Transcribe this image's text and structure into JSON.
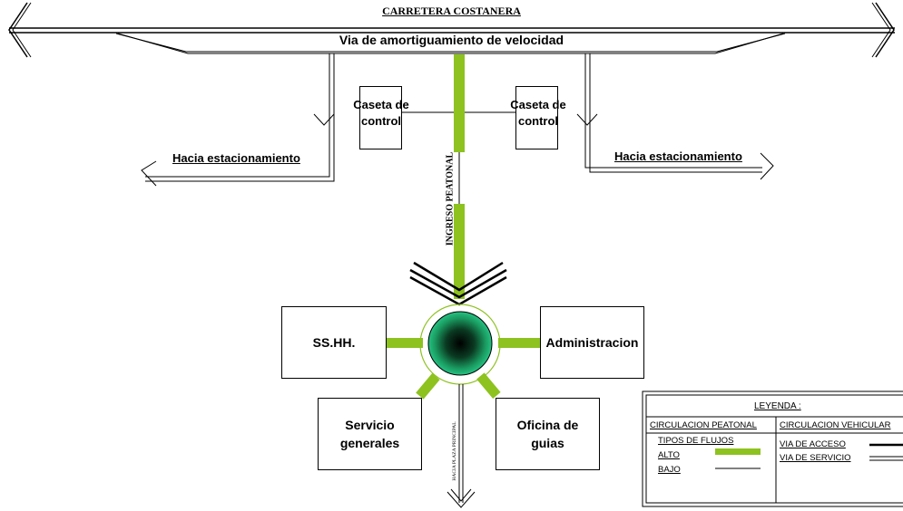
{
  "road": {
    "title": "CARRETERA COSTANERA",
    "speed_lane": "Via de amortiguamiento de velocidad"
  },
  "booths": [
    {
      "label": "Caseta de\ncontrol"
    },
    {
      "label": "Caseta de\ncontrol"
    }
  ],
  "parking_left": "Hacia estacionamiento",
  "parking_right": "Hacia estacionamiento",
  "pedestrian_entry": "INGRESO PEATONAL",
  "main_plaza": "HACIA PLAZA PRINCIPAL",
  "rooms": {
    "sshh": "SS.HH.",
    "admin": "Administracion",
    "services": "Servicio\ngenerales",
    "guides": "Oficina de\nguias"
  },
  "legend": {
    "title": "LEYENDA :",
    "col_pedestrian": "CIRCULACION PEATONAL",
    "col_vehicular": "CIRCULACION VEHICULAR",
    "flow_types": "TIPOS DE FLUJOS",
    "high": "ALTO",
    "low": "BAJO",
    "access_road": "VIA DE ACCESO",
    "service_road": "VIA DE SERVICIO"
  },
  "colors": {
    "green": "#8dc21f",
    "hub_center": "#000000",
    "hub_edge": "#1faa6e"
  }
}
